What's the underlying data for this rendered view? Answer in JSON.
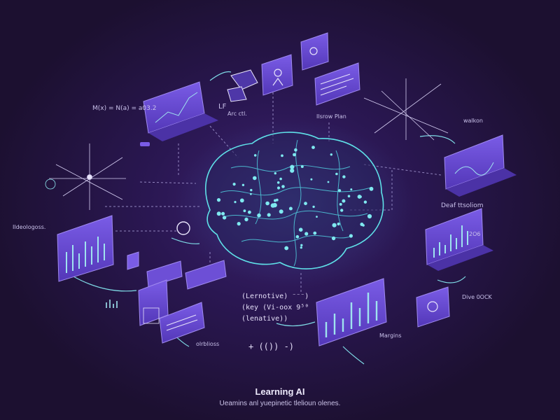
{
  "caption": {
    "title": "Learning AI",
    "subtitle": "Ueamins anl yuepinetic tlelioun olenes."
  },
  "labels": {
    "formula_top_left": "M(x) = N(a)  = a03.2",
    "label_lf": "LF",
    "label_arc": "Arc ctl.",
    "label_lsrow": "Ilsrow Plan",
    "label_walkon": "walkon",
    "label_ideological": "Ildeologoss.",
    "label_deaf": "Deaf ttsoliom",
    "label_dive": "Dive 0OCK",
    "label_orbit": "olrblioss",
    "label_margins": "Margins",
    "label_num": "2O6",
    "code_line1": "(Lernotive) ⁻⁻⁻)",
    "code_line2": "(key (Vi-oox 9⁵⁰",
    "code_line3": "(lenative))",
    "code_line4": "+ (()) -)"
  },
  "colors": {
    "background": "#1c1030",
    "glow": "#3c2270",
    "brain_line": "#5fe0e8",
    "panel": "#6d4fd6",
    "accent": "#8fe8f0"
  }
}
